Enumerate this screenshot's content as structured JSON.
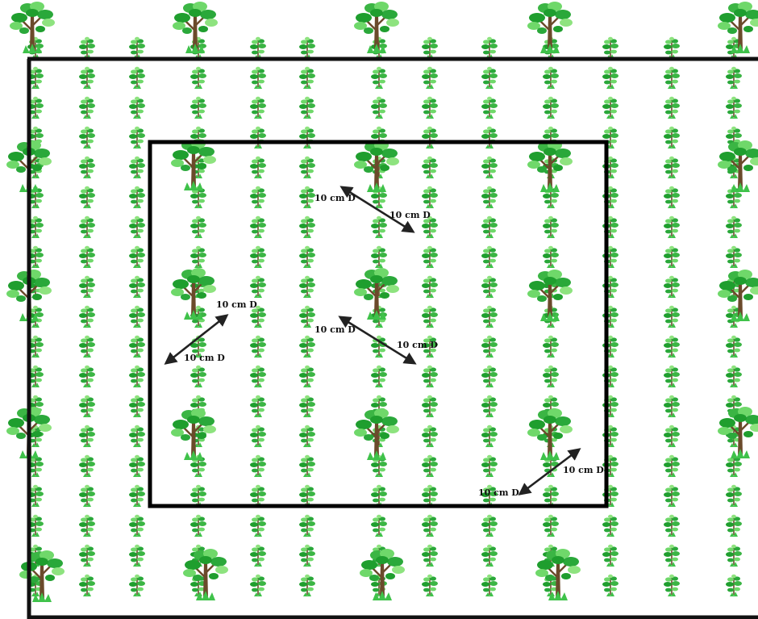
{
  "diagram": {
    "colors": {
      "background": "#ffffff",
      "border": "#111111",
      "arrow": "#222222",
      "leaf_dark": "#1f9e2e",
      "leaf_light": "#6fd86a",
      "trunk": "#6b4a2b",
      "grass": "#3fc24a"
    },
    "distance_labels": [
      "10 cm D",
      "10 cm D",
      "10 cm D",
      "10 cm D",
      "10 cm D",
      "10 cm D",
      "10 cm D",
      "10 cm D"
    ],
    "plants": {
      "large_tree_icon": "tree-icon",
      "small_plant_icon": "seedling-icon"
    }
  }
}
